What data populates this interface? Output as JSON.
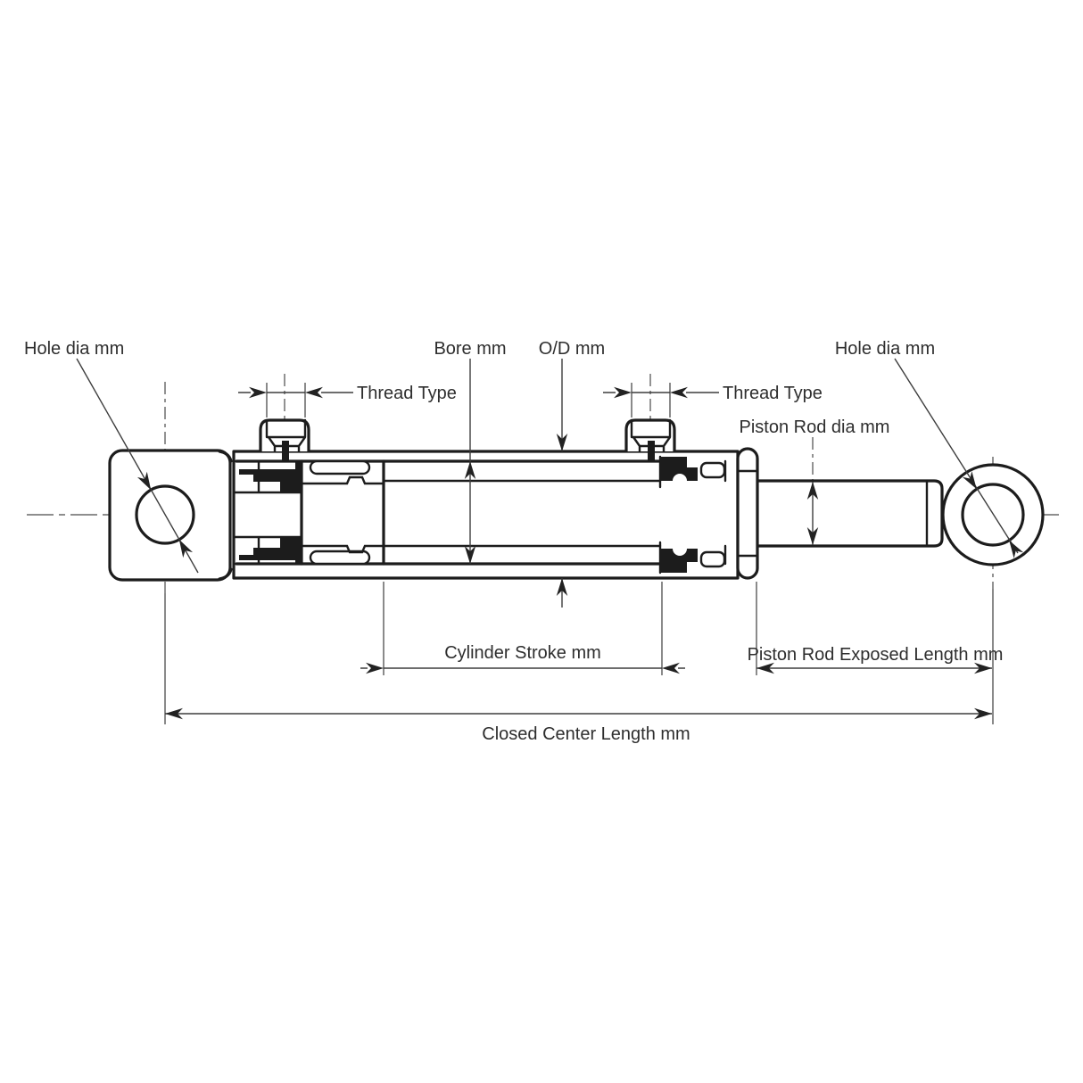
{
  "diagram": {
    "labels": {
      "hole_dia_left": "Hole dia mm",
      "bore": "Bore mm",
      "od": "O/D mm",
      "hole_dia_right": "Hole dia mm",
      "thread_type_left": "Thread Type",
      "thread_type_right": "Thread Type",
      "piston_rod_dia": "Piston Rod dia mm",
      "cylinder_stroke": "Cylinder Stroke mm",
      "piston_rod_exposed_length": "Piston Rod Exposed Length mm",
      "closed_center_length": "Closed Center Length mm"
    },
    "colors": {
      "outline": "#1c1c1c",
      "dimension_lines": "#3d3d3d",
      "text": "#2e2e2e",
      "background": "#ffffff"
    }
  }
}
